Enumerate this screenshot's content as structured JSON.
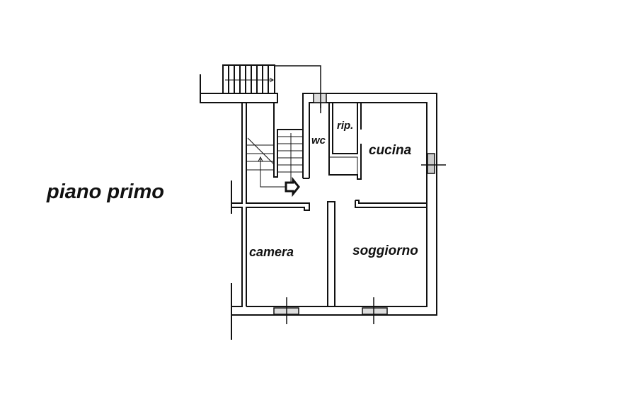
{
  "plan": {
    "title": "piano primo",
    "rooms": {
      "wc": "wc",
      "rip": "rip.",
      "cucina": "cucina",
      "camera": "camera",
      "soggiorno": "soggiorno"
    },
    "colors": {
      "wall": "#111111",
      "background": "#ffffff"
    }
  }
}
